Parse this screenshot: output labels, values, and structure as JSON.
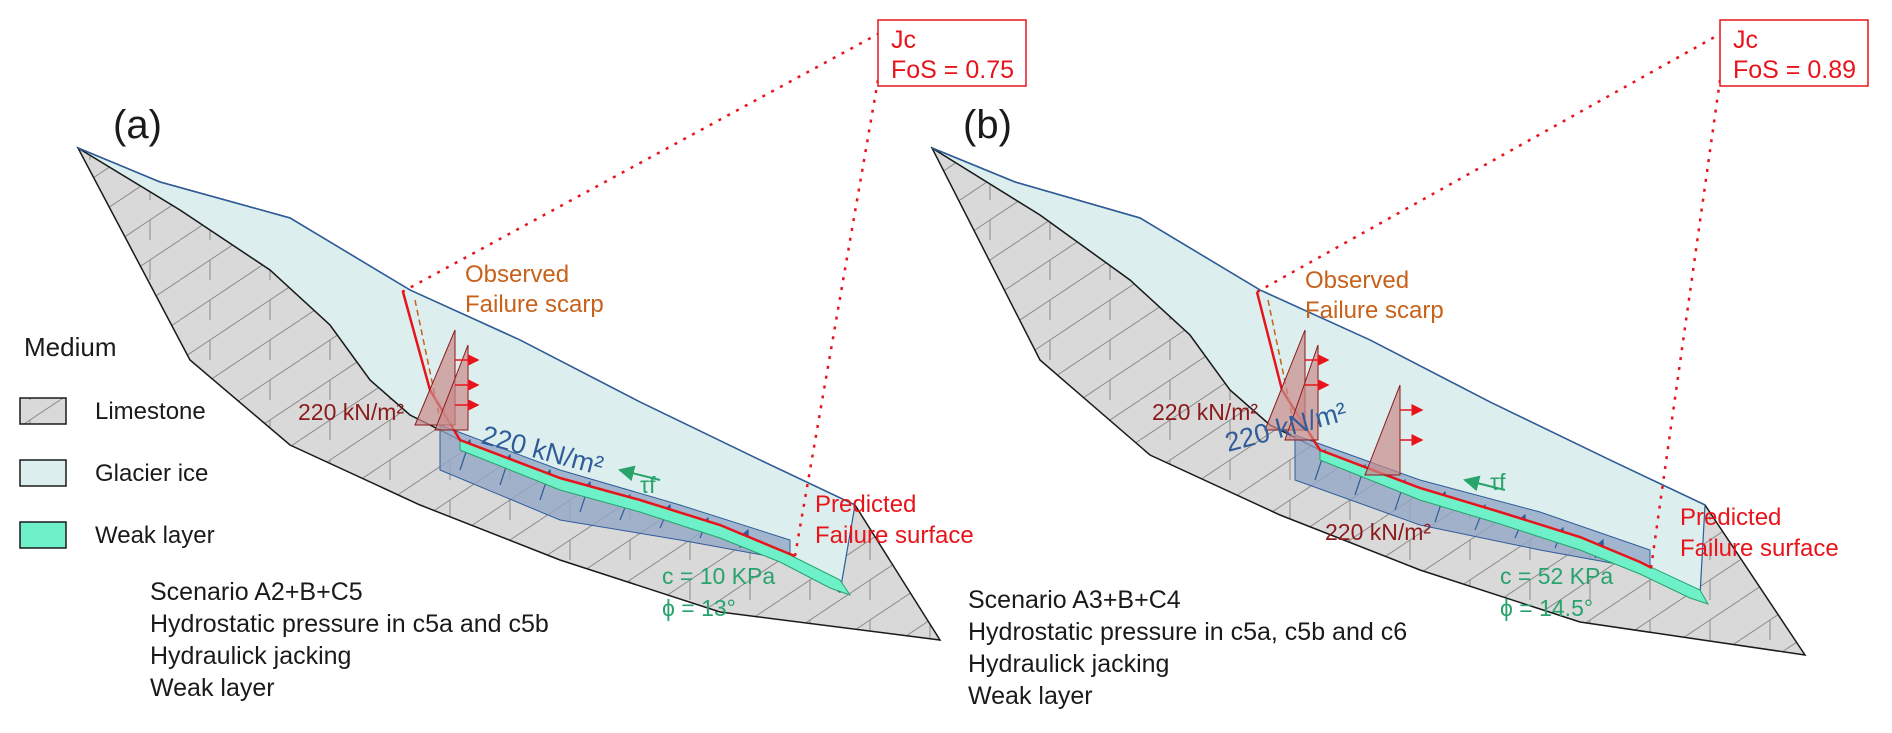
{
  "legend": {
    "title": "Medium",
    "items": [
      {
        "label": "Limestone",
        "color": "#d9d9d9"
      },
      {
        "label": "Glacier ice",
        "color": "#dcefee"
      },
      {
        "label": "Weak layer",
        "color": "#6ef0c8"
      }
    ]
  },
  "panels": [
    {
      "label": "(a)",
      "jc_label": "Jc",
      "fos": "FoS = 0.75",
      "observed_line1": "Observed",
      "observed_line2": "Failure scarp",
      "pressure_upper": "220 kN/m²",
      "pressure_lower": "",
      "uplift": "220 kN/m²",
      "tau": "τf",
      "predicted_line1": "Predicted",
      "predicted_line2": "Failure surface",
      "cohesion": "c = 10 KPa",
      "friction": "ϕ = 13°",
      "scenario": [
        "Scenario A2+B+C5",
        "Hydrostatic pressure in c5a and c5b",
        "Hydraulick jacking",
        "Weak layer"
      ]
    },
    {
      "label": "(b)",
      "jc_label": "Jc",
      "fos": "FoS = 0.89",
      "observed_line1": "Observed",
      "observed_line2": "Failure scarp",
      "pressure_upper": "220 kN/m²",
      "pressure_lower": "220 kN/m²",
      "uplift": "220 kN/m²",
      "tau": "τf",
      "predicted_line1": "Predicted",
      "predicted_line2": "Failure surface",
      "cohesion": "c = 52 KPa",
      "friction": "ϕ = 14.5°",
      "scenario": [
        "Scenario A3+B+C4",
        "Hydrostatic pressure in c5a, c5b and c6",
        "Hydraulick jacking",
        "Weak layer"
      ]
    }
  ],
  "colors": {
    "limestone": "#d9d9d9",
    "ice": "#dcefee",
    "weak_layer": "#6ef0c8",
    "failure_line": "#e8141b",
    "pressure_fill": "#c98a8a",
    "uplift_fill": "#93a6c6",
    "ice_outline": "#2f5d9a"
  }
}
